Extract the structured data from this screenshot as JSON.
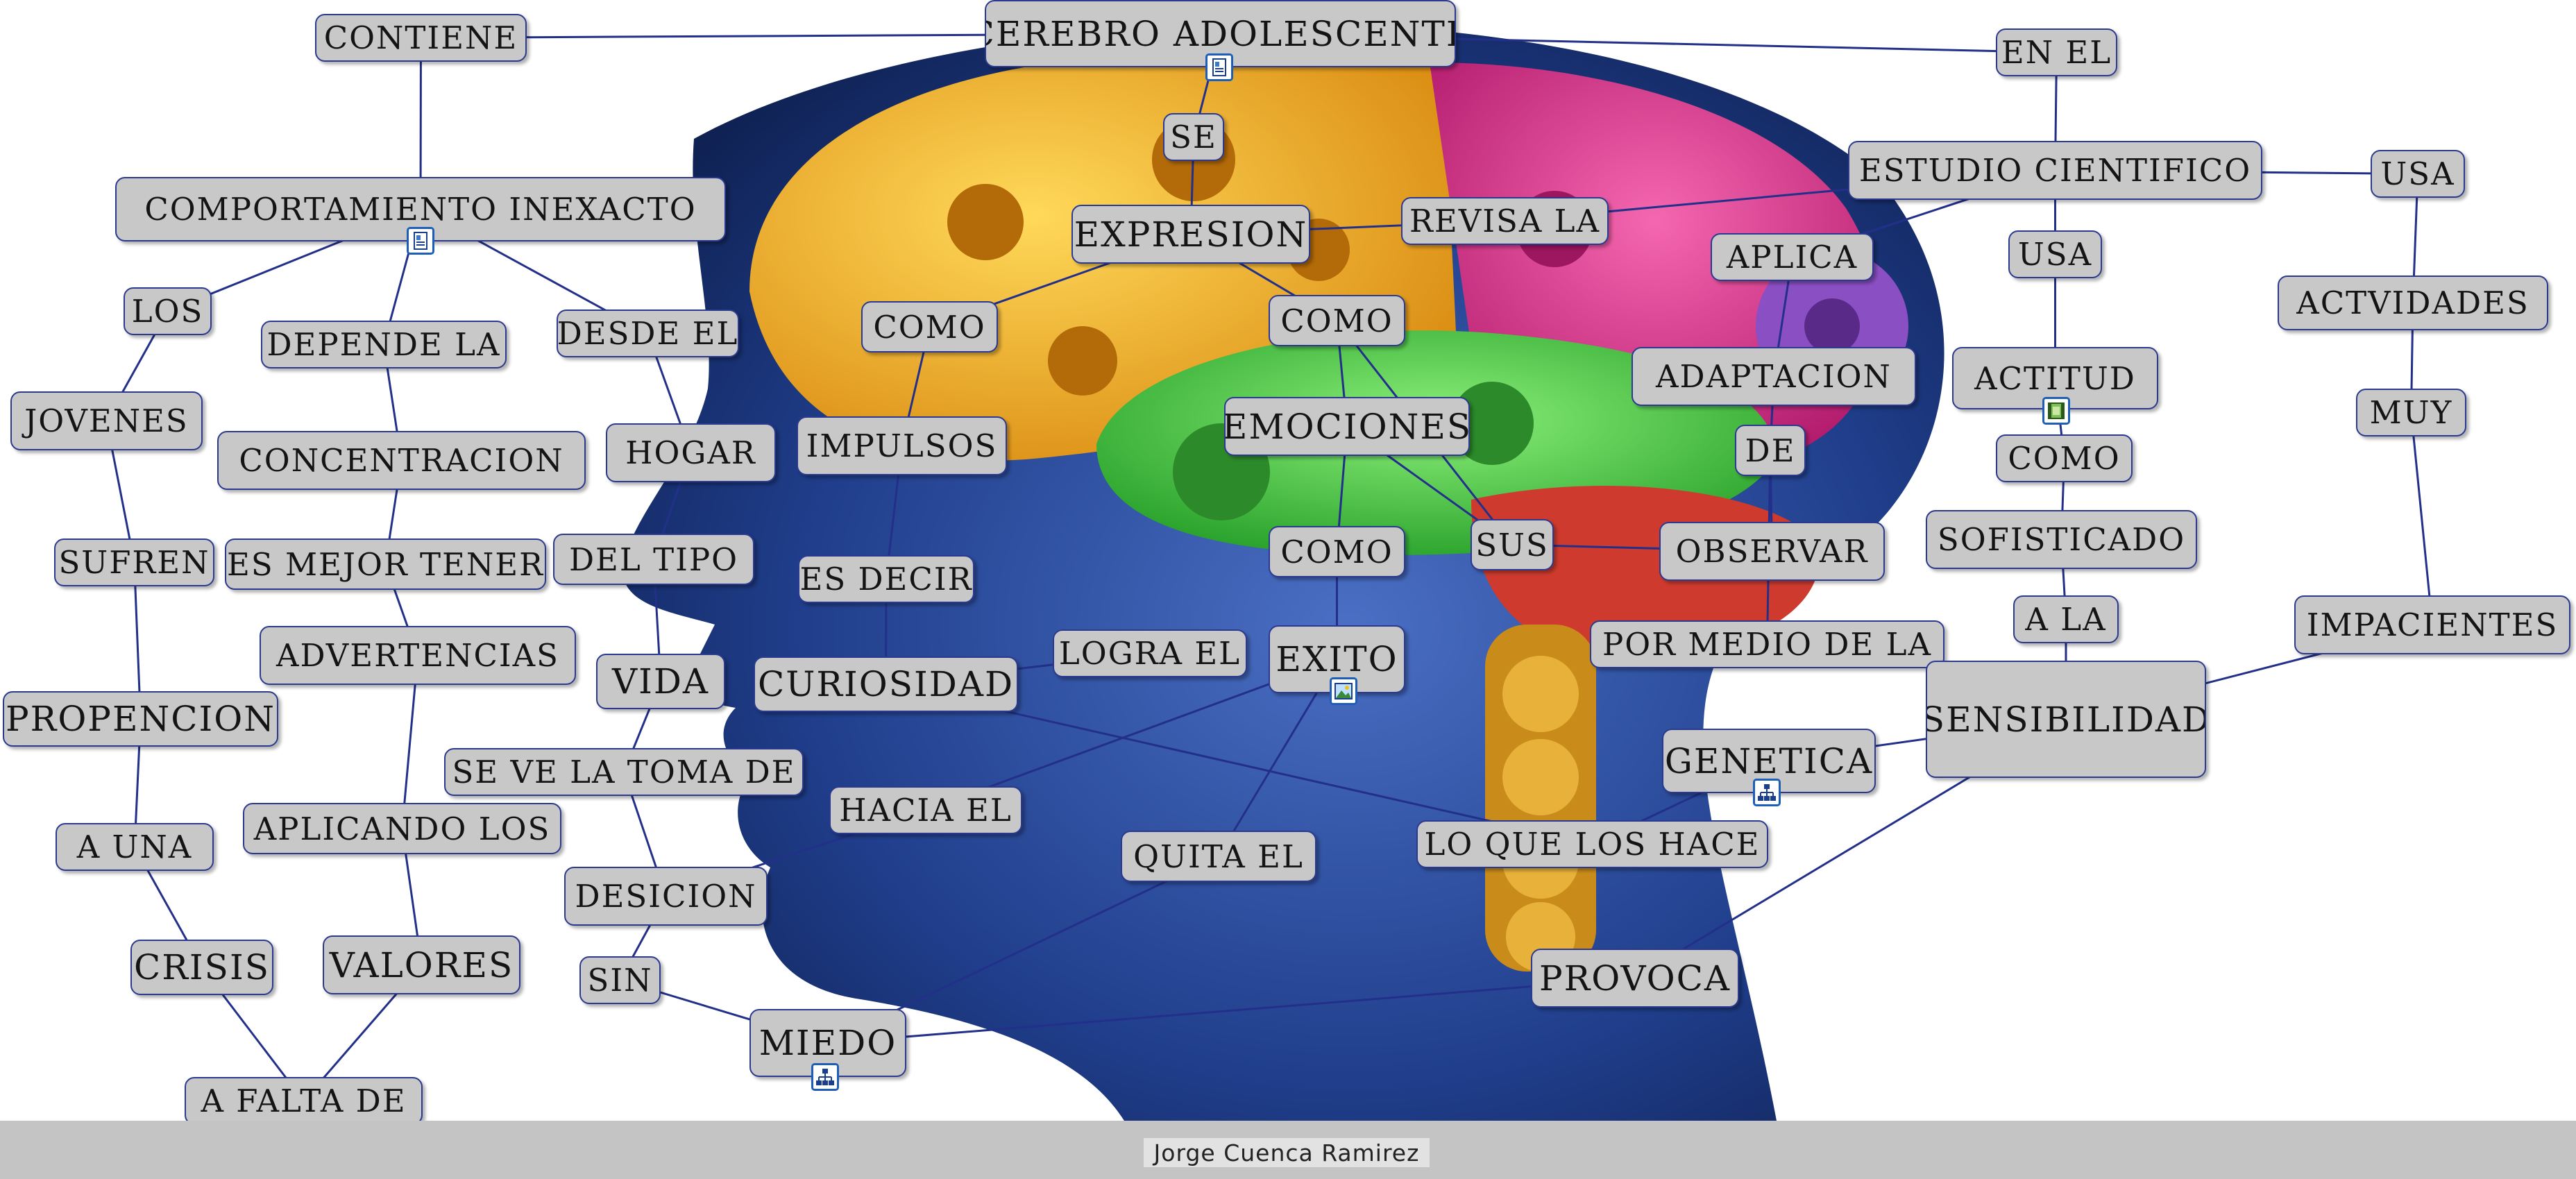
{
  "footer": {
    "author": "Jorge Cuenca Ramirez"
  },
  "colors": {
    "node_fill": "#c8c8c8",
    "node_border": "#2b3a8f",
    "link": "#23308a",
    "footer_bg": "#c4c4c4",
    "gear_yellow": "#f2b31d",
    "gear_green": "#3fd23a",
    "brain_magenta": "#d92f8a",
    "gear_purple": "#8b4fc4",
    "cerebellum_red": "#cf3a2e",
    "head_blue": "#1f3d8a"
  },
  "concepts": {
    "cerebro": "CEREBRO ADOLESCENTE",
    "contiene": "CONTIENE",
    "en_el": "EN EL",
    "se": "SE",
    "comportamiento": "COMPORTAMIENTO INEXACTO",
    "estudio": "ESTUDIO CIENTIFICO",
    "usa_right": "USA",
    "revisa_la": "REVISA LA",
    "expresion": "EXPRESION",
    "aplica": "APLICA",
    "usa_mid": "USA",
    "los": "LOS",
    "actvidades": "ACTVIDADES",
    "depende_la": "DEPENDE LA",
    "desde_el": "DESDE EL",
    "como_1": "COMO",
    "como_2": "COMO",
    "adaptacion": "ADAPTACION",
    "actitud": "ACTITUD",
    "jovenes": "JOVENES",
    "emociones": "EMOCIONES",
    "muy": "MUY",
    "concentracion": "CONCENTRACION",
    "hogar": "HOGAR",
    "impulsos": "IMPULSOS",
    "de": "DE",
    "como_3": "COMO",
    "sofisticado": "SOFISTICADO",
    "sufren": "SUFREN",
    "es_mejor_tener": "ES MEJOR TENER",
    "del_tipo": "DEL TIPO",
    "es_decir": "ES DECIR",
    "como_4": "COMO",
    "sus": "SUS",
    "observar": "OBSERVAR",
    "a_la": "A LA",
    "impacientes": "IMPACIENTES",
    "advertencias": "ADVERTENCIAS",
    "logra_el": "LOGRA EL",
    "exito": "EXITO",
    "por_medio_de_la": "POR MEDIO DE LA",
    "vida": "VIDA",
    "curiosidad": "CURIOSIDAD",
    "propencion": "PROPENCION",
    "sensibilidad": "SENSIBILIDAD",
    "genetica": "GENETICA",
    "se_ve_la_toma_de": "SE VE LA TOMA DE",
    "hacia_el": "HACIA EL",
    "aplicando_los": "APLICANDO LOS",
    "a_una": "A UNA",
    "lo_que_los_hace": "LO QUE LOS HACE",
    "quita_el": "QUITA EL",
    "desicion": "DESICION",
    "crisis": "CRISIS",
    "valores": "VALORES",
    "provoca": "PROVOCA",
    "sin": "SIN",
    "miedo": "MIEDO",
    "a_falta_de": "A FALTA DE"
  },
  "resource_icons": [
    {
      "id": "cerebro",
      "icon": "document-icon"
    },
    {
      "id": "comportamiento",
      "icon": "document-icon"
    },
    {
      "id": "actitud",
      "icon": "video-icon"
    },
    {
      "id": "exito",
      "icon": "image-icon"
    },
    {
      "id": "genetica",
      "icon": "concept-map-icon"
    },
    {
      "id": "miedo",
      "icon": "concept-map-icon"
    }
  ],
  "links": [
    [
      "contiene",
      "cerebro"
    ],
    [
      "cerebro",
      "en_el"
    ],
    [
      "cerebro",
      "se"
    ],
    [
      "se",
      "expresion"
    ],
    [
      "contiene",
      "comportamiento"
    ],
    [
      "en_el",
      "estudio"
    ],
    [
      "estudio",
      "usa_right"
    ],
    [
      "estudio",
      "revisa_la"
    ],
    [
      "estudio",
      "aplica"
    ],
    [
      "estudio",
      "usa_mid"
    ],
    [
      "usa_mid",
      "actitud"
    ],
    [
      "revisa_la",
      "expresion"
    ],
    [
      "expresion",
      "como_1"
    ],
    [
      "expresion",
      "como_2"
    ],
    [
      "como_1",
      "impulsos"
    ],
    [
      "impulsos",
      "es_decir"
    ],
    [
      "es_decir",
      "curiosidad"
    ],
    [
      "curiosidad",
      "logra_el"
    ],
    [
      "curiosidad",
      "lo_que_los_hace"
    ],
    [
      "como_2",
      "emociones"
    ],
    [
      "como_2",
      "sus"
    ],
    [
      "emociones",
      "como_4"
    ],
    [
      "emociones",
      "sus"
    ],
    [
      "como_4",
      "exito"
    ],
    [
      "sus",
      "observar"
    ],
    [
      "aplica",
      "adaptacion"
    ],
    [
      "adaptacion",
      "de"
    ],
    [
      "de",
      "observar"
    ],
    [
      "de",
      "por_medio_de_la"
    ],
    [
      "actitud",
      "como_3"
    ],
    [
      "como_3",
      "sofisticado"
    ],
    [
      "sofisticado",
      "a_la"
    ],
    [
      "a_la",
      "sensibilidad"
    ],
    [
      "usa_right",
      "actvidades"
    ],
    [
      "actvidades",
      "muy"
    ],
    [
      "muy",
      "impacientes"
    ],
    [
      "impacientes",
      "sensibilidad"
    ],
    [
      "genetica",
      "sensibilidad"
    ],
    [
      "sensibilidad",
      "provoca"
    ],
    [
      "lo_que_los_hace",
      "genetica"
    ],
    [
      "exito",
      "hacia_el"
    ],
    [
      "exito",
      "quita_el"
    ],
    [
      "hacia_el",
      "desicion"
    ],
    [
      "quita_el",
      "miedo"
    ],
    [
      "provoca",
      "miedo"
    ],
    [
      "sin",
      "miedo"
    ],
    [
      "desicion",
      "sin"
    ],
    [
      "se_ve_la_toma_de",
      "desicion"
    ],
    [
      "vida",
      "se_ve_la_toma_de"
    ],
    [
      "del_tipo",
      "vida"
    ],
    [
      "hogar",
      "del_tipo"
    ],
    [
      "desde_el",
      "hogar"
    ],
    [
      "comportamiento",
      "desde_el"
    ],
    [
      "comportamiento",
      "depende_la"
    ],
    [
      "depende_la",
      "concentracion"
    ],
    [
      "concentracion",
      "es_mejor_tener"
    ],
    [
      "es_mejor_tener",
      "advertencias"
    ],
    [
      "advertencias",
      "aplicando_los"
    ],
    [
      "aplicando_los",
      "valores"
    ],
    [
      "valores",
      "a_falta_de"
    ],
    [
      "comportamiento",
      "los"
    ],
    [
      "los",
      "jovenes"
    ],
    [
      "jovenes",
      "sufren"
    ],
    [
      "sufren",
      "propencion"
    ],
    [
      "propencion",
      "a_una"
    ],
    [
      "a_una",
      "crisis"
    ],
    [
      "crisis",
      "a_falta_de"
    ]
  ]
}
